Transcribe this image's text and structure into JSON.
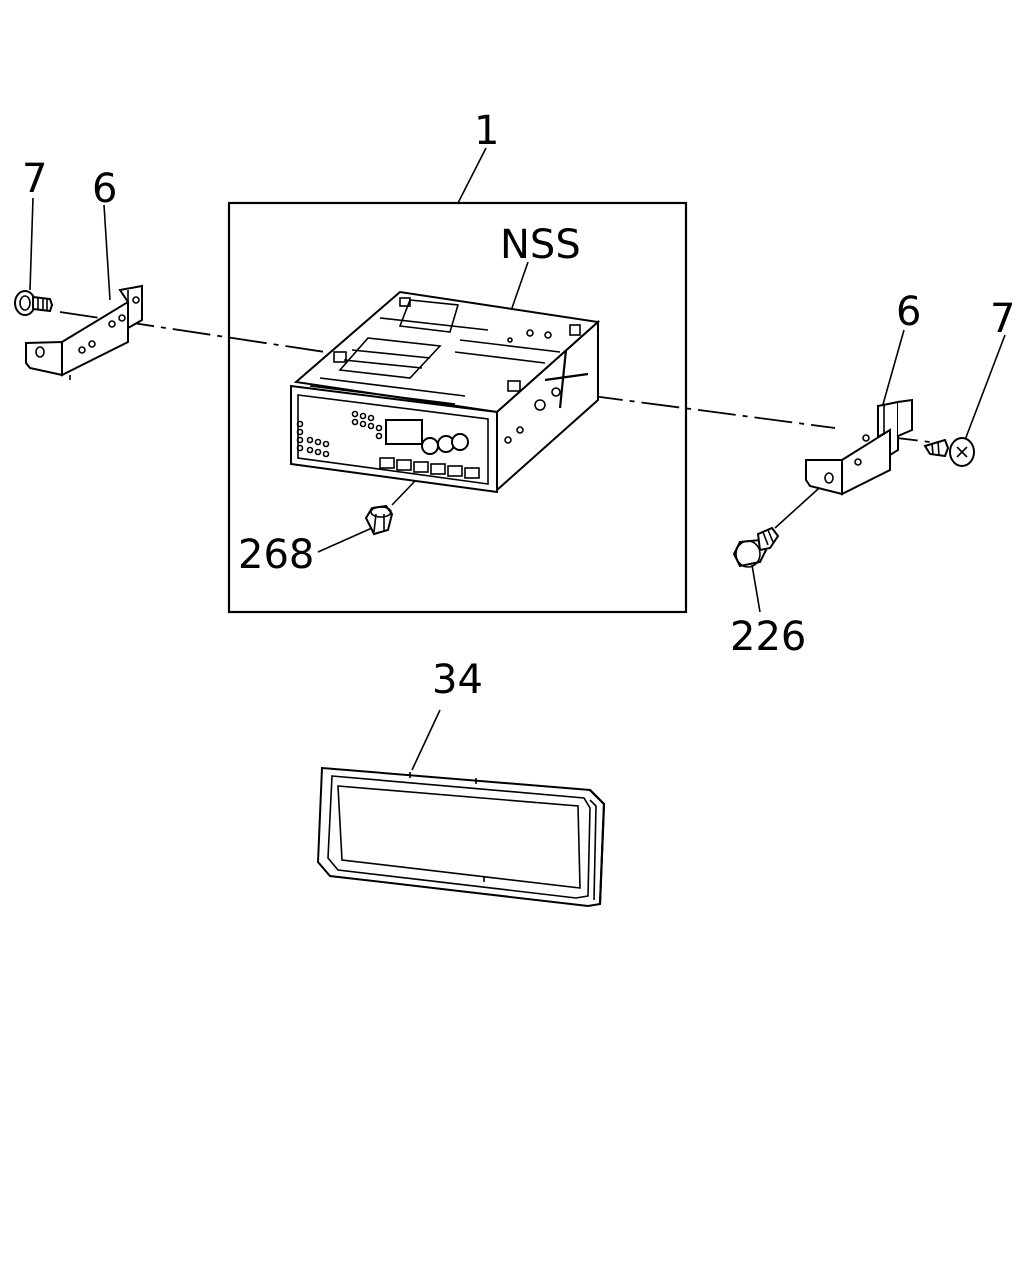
{
  "callouts": {
    "radio_assembly": "1",
    "variant_note": "NSS",
    "bracket_left": "6",
    "bracket_right": "6",
    "screw_left": "7",
    "screw_right": "7",
    "knob": "268",
    "bolt": "226",
    "trim_bezel": "34"
  },
  "colors": {
    "line": "#000000",
    "background": "#ffffff"
  },
  "icons": [
    "bracket",
    "screw",
    "bolt",
    "knob",
    "radio-unit",
    "bezel-frame"
  ]
}
